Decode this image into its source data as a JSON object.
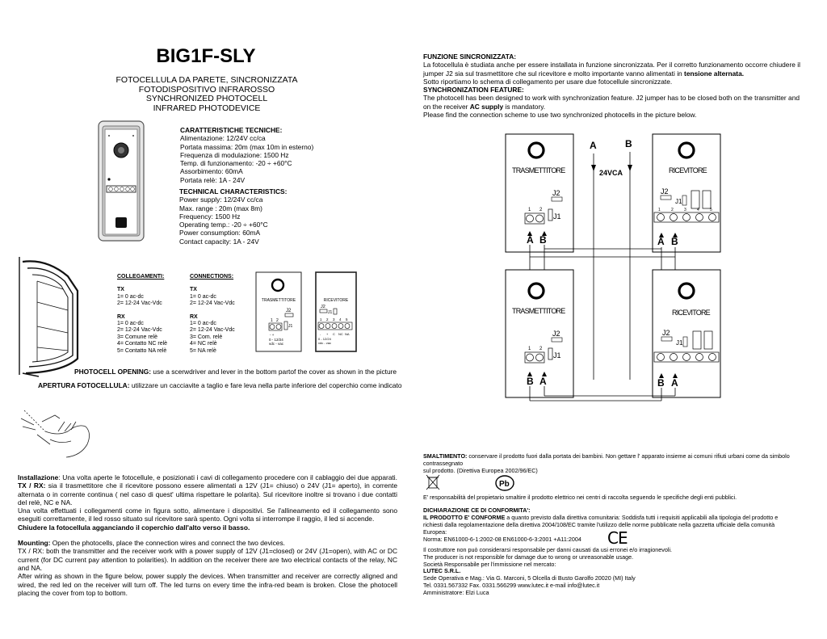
{
  "header": {
    "title": "BIG1F-SLY",
    "subtitle": [
      "FOTOCELLULA DA PARETE, SINCRONIZZATA",
      "FOTODISPOSITIVO INFRAROSSO",
      "SYNCHRONIZED PHOTOCELL",
      "INFRARED PHOTODEVICE"
    ]
  },
  "specs_it": {
    "heading": "CARATTERISTICHE TECNICHE:",
    "lines": [
      "Alimentazione: 12/24V cc/ca",
      "Portata massima: 20m (max 10m in esterno)",
      "Frequenza di modulazione: 1500 Hz",
      "Temp. di funzionamento: -20 ÷ +60°C",
      "Assorbimento: 60mA",
      "Portata relè: 1A - 24V"
    ]
  },
  "specs_en": {
    "heading": "TECHNICAL CHARACTERISTICS:",
    "lines": [
      "Power supply: 12/24V cc/ca",
      "Max. range : 20m (max 8m)",
      "Frequency: 1500 Hz",
      "Operating temp.: -20 ÷ +60°C",
      "Power consumption: 60mA",
      "Contact capacity: 1A - 24V"
    ]
  },
  "collegamenti": {
    "heading": "COLLEGAMENTI:",
    "tx_label": "TX",
    "tx": [
      "1= 0 ac-dc",
      "2= 12-24 Vac-Vdc"
    ],
    "rx_label": "RX",
    "rx": [
      "1= 0 ac-dc",
      "2= 12-24 Vac-Vdc",
      "3= Comune relè",
      "4= Contatto NC relè",
      "5= Contatto NA relè"
    ]
  },
  "connections": {
    "heading": "CONNECTIONS:",
    "tx_label": "TX",
    "tx": [
      "1= 0 ac-dc",
      "2= 12-24 Vac-Vdc"
    ],
    "rx_label": "RX",
    "rx": [
      "1= 0 ac-dc",
      "2= 12-24 Vac-Vdc",
      "3= Com. relè",
      "4= NC relè",
      "5= NA relè"
    ]
  },
  "small_boards": {
    "tx_label": "TRASMETTITORE",
    "rx_label": "RICEVITORE",
    "j2": "J2",
    "j1": "J1",
    "tx_terms": [
      "1",
      "2"
    ],
    "tx_signs": "-   +",
    "tx_volt": "0 - 12/24",
    "tx_volt2": "vdc - vac",
    "rx_terms": [
      "1",
      "2",
      "3",
      "4",
      "5"
    ],
    "rx_signs": [
      "-",
      "+",
      "C",
      "NC",
      "NA"
    ],
    "rx_volt": "0 - 12/24",
    "rx_volt2": "vdc - vac"
  },
  "opening": {
    "en_label": "PHOTOCELL OPENING:",
    "en_text": " use a scerwdriver and lever in the bottom partof the cover as shown in the picture",
    "it_label": "APERTURA FOTOCELLULA:",
    "it_text": " utilizzare un cacciavite a taglio e fare leva nella parte inferiore del coperchio come indicato"
  },
  "installation": {
    "label_it": "Installazione",
    "p1": ": Una volta aperte le fotocellule, e posizionati i cavi di collegamento procedere con il cablaggio dei due apparati. ",
    "p1_b": "TX / RX:",
    "p1_rest": " sia il trasmettitore che il ricevitore possono essere alimentati a 12V (J1= chiuso) o 24V (J1= aperto), in corrente alternata o in corrente continua ( nel caso di quest' ultima rispettare le polarita). Sul ricevitore inoltre si trovano i due contatti del relè, NC e NA.",
    "p2": "Una volta effettuati i collegamenti come in figura sotto, alimentare i dispositivi. Se l'allineamento ed il collegamento sono eseguiti correttamente, il led rosso situato sul ricevitore sarà spento. Ogni volta si interrompe il raggio, il led si accende.",
    "p2_b": "Chiudere la fotocellula agganciando il coperchio dall'alto verso il basso.",
    "label_en": "Mounting:",
    "p3": " Open the photocells, place the connection wires and connect the two devices.",
    "p4": "TX / RX: both the transmitter and the receiver work with a power supply of 12V (J1=closed) or 24V (J1=open), with AC or DC current (for DC current pay attention to polarities). In addition on the receiver there are two electrical contacts of the relay, NC and NA.",
    "p5": "After wiring as shown in the figure below, power supply the devices. When transmitter and receiver are correctly aligned and wired, the red led on the receiver will turn off. The led turns on every time the infra-red beam is broken. Close the photocell placing the cover from top to bottom."
  },
  "sync": {
    "heading_it": "FUNZIONE SINCRONIZZATA:",
    "text_it": "La fotocellula è studiata anche per essere installata in funzione sincronizzata. Per il corretto funzionamento occorre chiudere il jumper J2 sia sul trasmettitore che sul ricevitore e molto importante vanno alimentati in ",
    "text_it_b": "tensione alternata.",
    "text_it2": "Sotto riportiamo lo schema di collegamento per usare due fotocellule sincronizzate.",
    "heading_en": "SYNCHRONIZATION FEATURE:",
    "text_en": "The photocell has been designed to work with synchronization feature. J2 jumper has to be closed both on the transmitter and on the receiver ",
    "text_en_b": "AC supply",
    "text_en2": " is mandatory.",
    "text_en3": "Please find the connection scheme to use two synchronized photocells in the picture below."
  },
  "diagram": {
    "tx_label": "TRASMETTITORE",
    "rx_label": "RICEVITORE",
    "j1": "J1",
    "j2": "J2",
    "a": "A",
    "b": "B",
    "supply": "24VCA",
    "t1": "1",
    "t2": "2",
    "rx_terms": [
      "1",
      "2",
      "3",
      "4",
      "5"
    ]
  },
  "disposal": {
    "label": "SMALTIMENTO:",
    "text": " conservare il prodotto fuori dalla portata dei bambini.  Non gettare l' apparato insieme ai comuni rifiuti urbani come da simbolo contrassegnato",
    "text2": " sul prodotto. (Direttiva Europea 2002/96/EC)",
    "text3": "E' responsabilità del propietario smaltire il prodotto elettrico nei centri di raccolta seguendo le specifiche degli enti pubblici.",
    "pb": "Pb"
  },
  "conformity": {
    "heading": "DICHIARAZIONE CE DI CONFORMITA':",
    "b": "IL PRODOTTO E' CONFORME",
    "text": " a quanto previsto dalla direttiva comunitaria: Soddisfa tutti i requisiti applicabili alla tipologia del prodotto e richiesti dalla regolamentazione della direttiva 2004/108/EC tramite l'utilizzo delle norme  pubblicate nella gazzetta ufficiale della comunità Europea:",
    "norms": "Norma: EN61000-6-1:2002-08   EN61000-6-3:2001 +A11:2004",
    "ce": "CE"
  },
  "footer": {
    "l1": "Il costruttore non può considerarsi responsabile per danni causati da usi erronei e/o irragionevoli.",
    "l2": "The producer is not responsible for damage due to wrong or unreasonable usage.",
    "l3": "Società Responsabile per l'immissione nel mercato:",
    "company": "LUTEC S.R.L.",
    "l5": "Sede Operativa e Mag.: Via G. Marconi, 5   Olcella di Busto Garolfo 20020 (MI) Italy",
    "l6": "Tel. 0331.567332   Fax. 0331.566299 www.lutec.it        e-mail   info@lutec.it",
    "l7": "Amministratore:           Elzi Luca"
  }
}
